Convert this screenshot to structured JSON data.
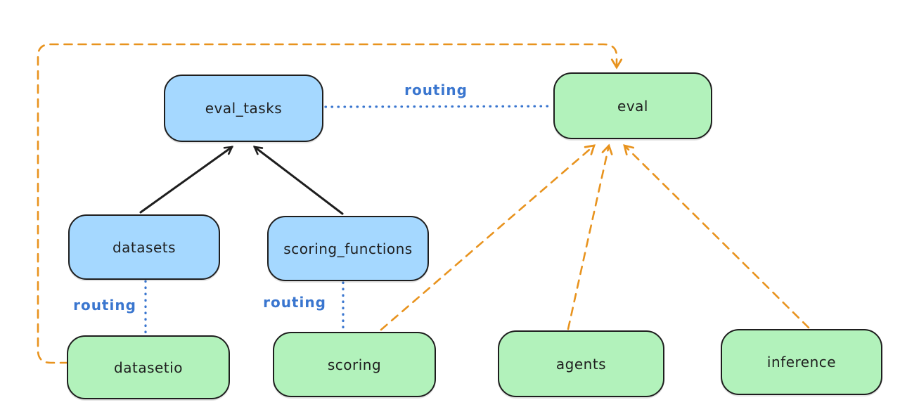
{
  "diagram": {
    "title": "",
    "nodes": [
      {
        "id": "eval_tasks",
        "label": "eval_tasks",
        "fill": "blue"
      },
      {
        "id": "eval",
        "label": "eval",
        "fill": "green"
      },
      {
        "id": "datasets",
        "label": "datasets",
        "fill": "blue"
      },
      {
        "id": "scoring_functions",
        "label": "scoring_functions",
        "fill": "blue"
      },
      {
        "id": "datasetio",
        "label": "datasetio",
        "fill": "green"
      },
      {
        "id": "scoring",
        "label": "scoring",
        "fill": "green"
      },
      {
        "id": "agents",
        "label": "agents",
        "fill": "green"
      },
      {
        "id": "inference",
        "label": "inference",
        "fill": "green"
      }
    ],
    "connections": [
      {
        "from": "datasets",
        "to": "eval_tasks",
        "style": "solid-black-arrow",
        "label": ""
      },
      {
        "from": "scoring_functions",
        "to": "eval_tasks",
        "style": "solid-black-arrow",
        "label": ""
      },
      {
        "from": "eval_tasks",
        "to": "eval",
        "style": "dotted-blue-line",
        "label": "routing"
      },
      {
        "from": "datasets",
        "to": "datasetio",
        "style": "dotted-blue-line",
        "label": "routing"
      },
      {
        "from": "scoring_functions",
        "to": "scoring",
        "style": "dotted-blue-line",
        "label": "routing"
      },
      {
        "from": "scoring",
        "to": "eval",
        "style": "dashed-orange-arrow",
        "label": ""
      },
      {
        "from": "agents",
        "to": "eval",
        "style": "dashed-orange-arrow",
        "label": ""
      },
      {
        "from": "inference",
        "to": "eval",
        "style": "dashed-orange-arrow",
        "label": ""
      },
      {
        "from": "datasetio",
        "to": "eval",
        "style": "dashed-orange-arrow",
        "label": "",
        "route": "around-left-and-top"
      }
    ],
    "colors": {
      "blue_node_fill": "#a5d8ff",
      "green_node_fill": "#b2f2bb",
      "node_stroke": "#1e1e1e",
      "black_arrow": "#1e1e1e",
      "orange_dashed": "#e8931e",
      "routing_blue": "#3a76cf",
      "background": "#ffffff"
    }
  }
}
